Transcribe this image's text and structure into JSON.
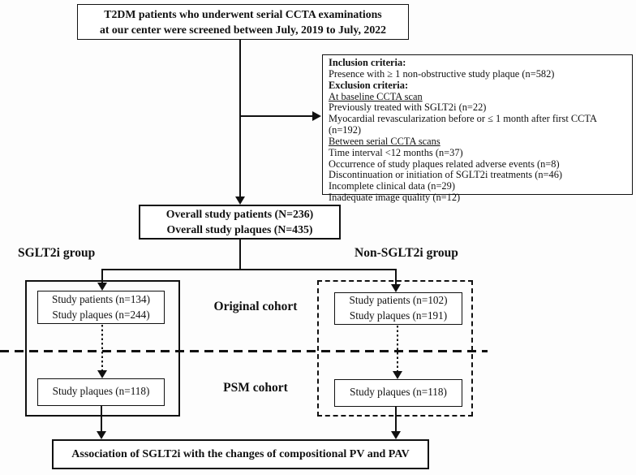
{
  "diagram": {
    "screening_box": {
      "line1": "T2DM patients who underwent serial CCTA examinations",
      "line2": "at our center were screened between July, 2019 to July, 2022"
    },
    "criteria": {
      "lines": [
        "Inclusion criteria:",
        "Presence with ≥ 1 non-obstructive study plaque (n=582)",
        "Exclusion criteria:",
        "At baseline CCTA scan",
        "Previously treated with SGLT2i (n=22)",
        "Myocardial revascularization before or ≤ 1 month after first CCTA (n=192)",
        "Between serial CCTA scans",
        "Time interval <12 months (n=37)",
        "Occurrence of study plaques related adverse events (n=8)",
        "Discontinuation or initiation of SGLT2i treatments (n=46)",
        "Incomplete clinical data (n=29)",
        "Inadequate image quality (n=12)"
      ]
    },
    "overall_box": {
      "line1": "Overall study patients (N=236)",
      "line2": "Overall study plaques (N=435)"
    },
    "groups": {
      "left_label": "SGLT2i group",
      "right_label": "Non-SGLT2i group"
    },
    "cohort_labels": {
      "original": "Original cohort",
      "psm": "PSM cohort"
    },
    "sglt2i_original_box": {
      "line1": "Study patients (n=134)",
      "line2": "Study plaques (n=244)"
    },
    "non_sglt2i_original_box": {
      "line1": "Study patients (n=102)",
      "line2": "Study plaques (n=191)"
    },
    "sglt2i_psm_box": {
      "line1": "Study plaques (n=118)"
    },
    "non_sglt2i_psm_box": {
      "line1": "Study plaques (n=118)"
    },
    "outcome_box": {
      "text": "Association of SGLT2i with the changes of compositional PV and PAV"
    },
    "colors": {
      "line": "#111111",
      "background": "#ffffff",
      "text": "#111111"
    }
  }
}
